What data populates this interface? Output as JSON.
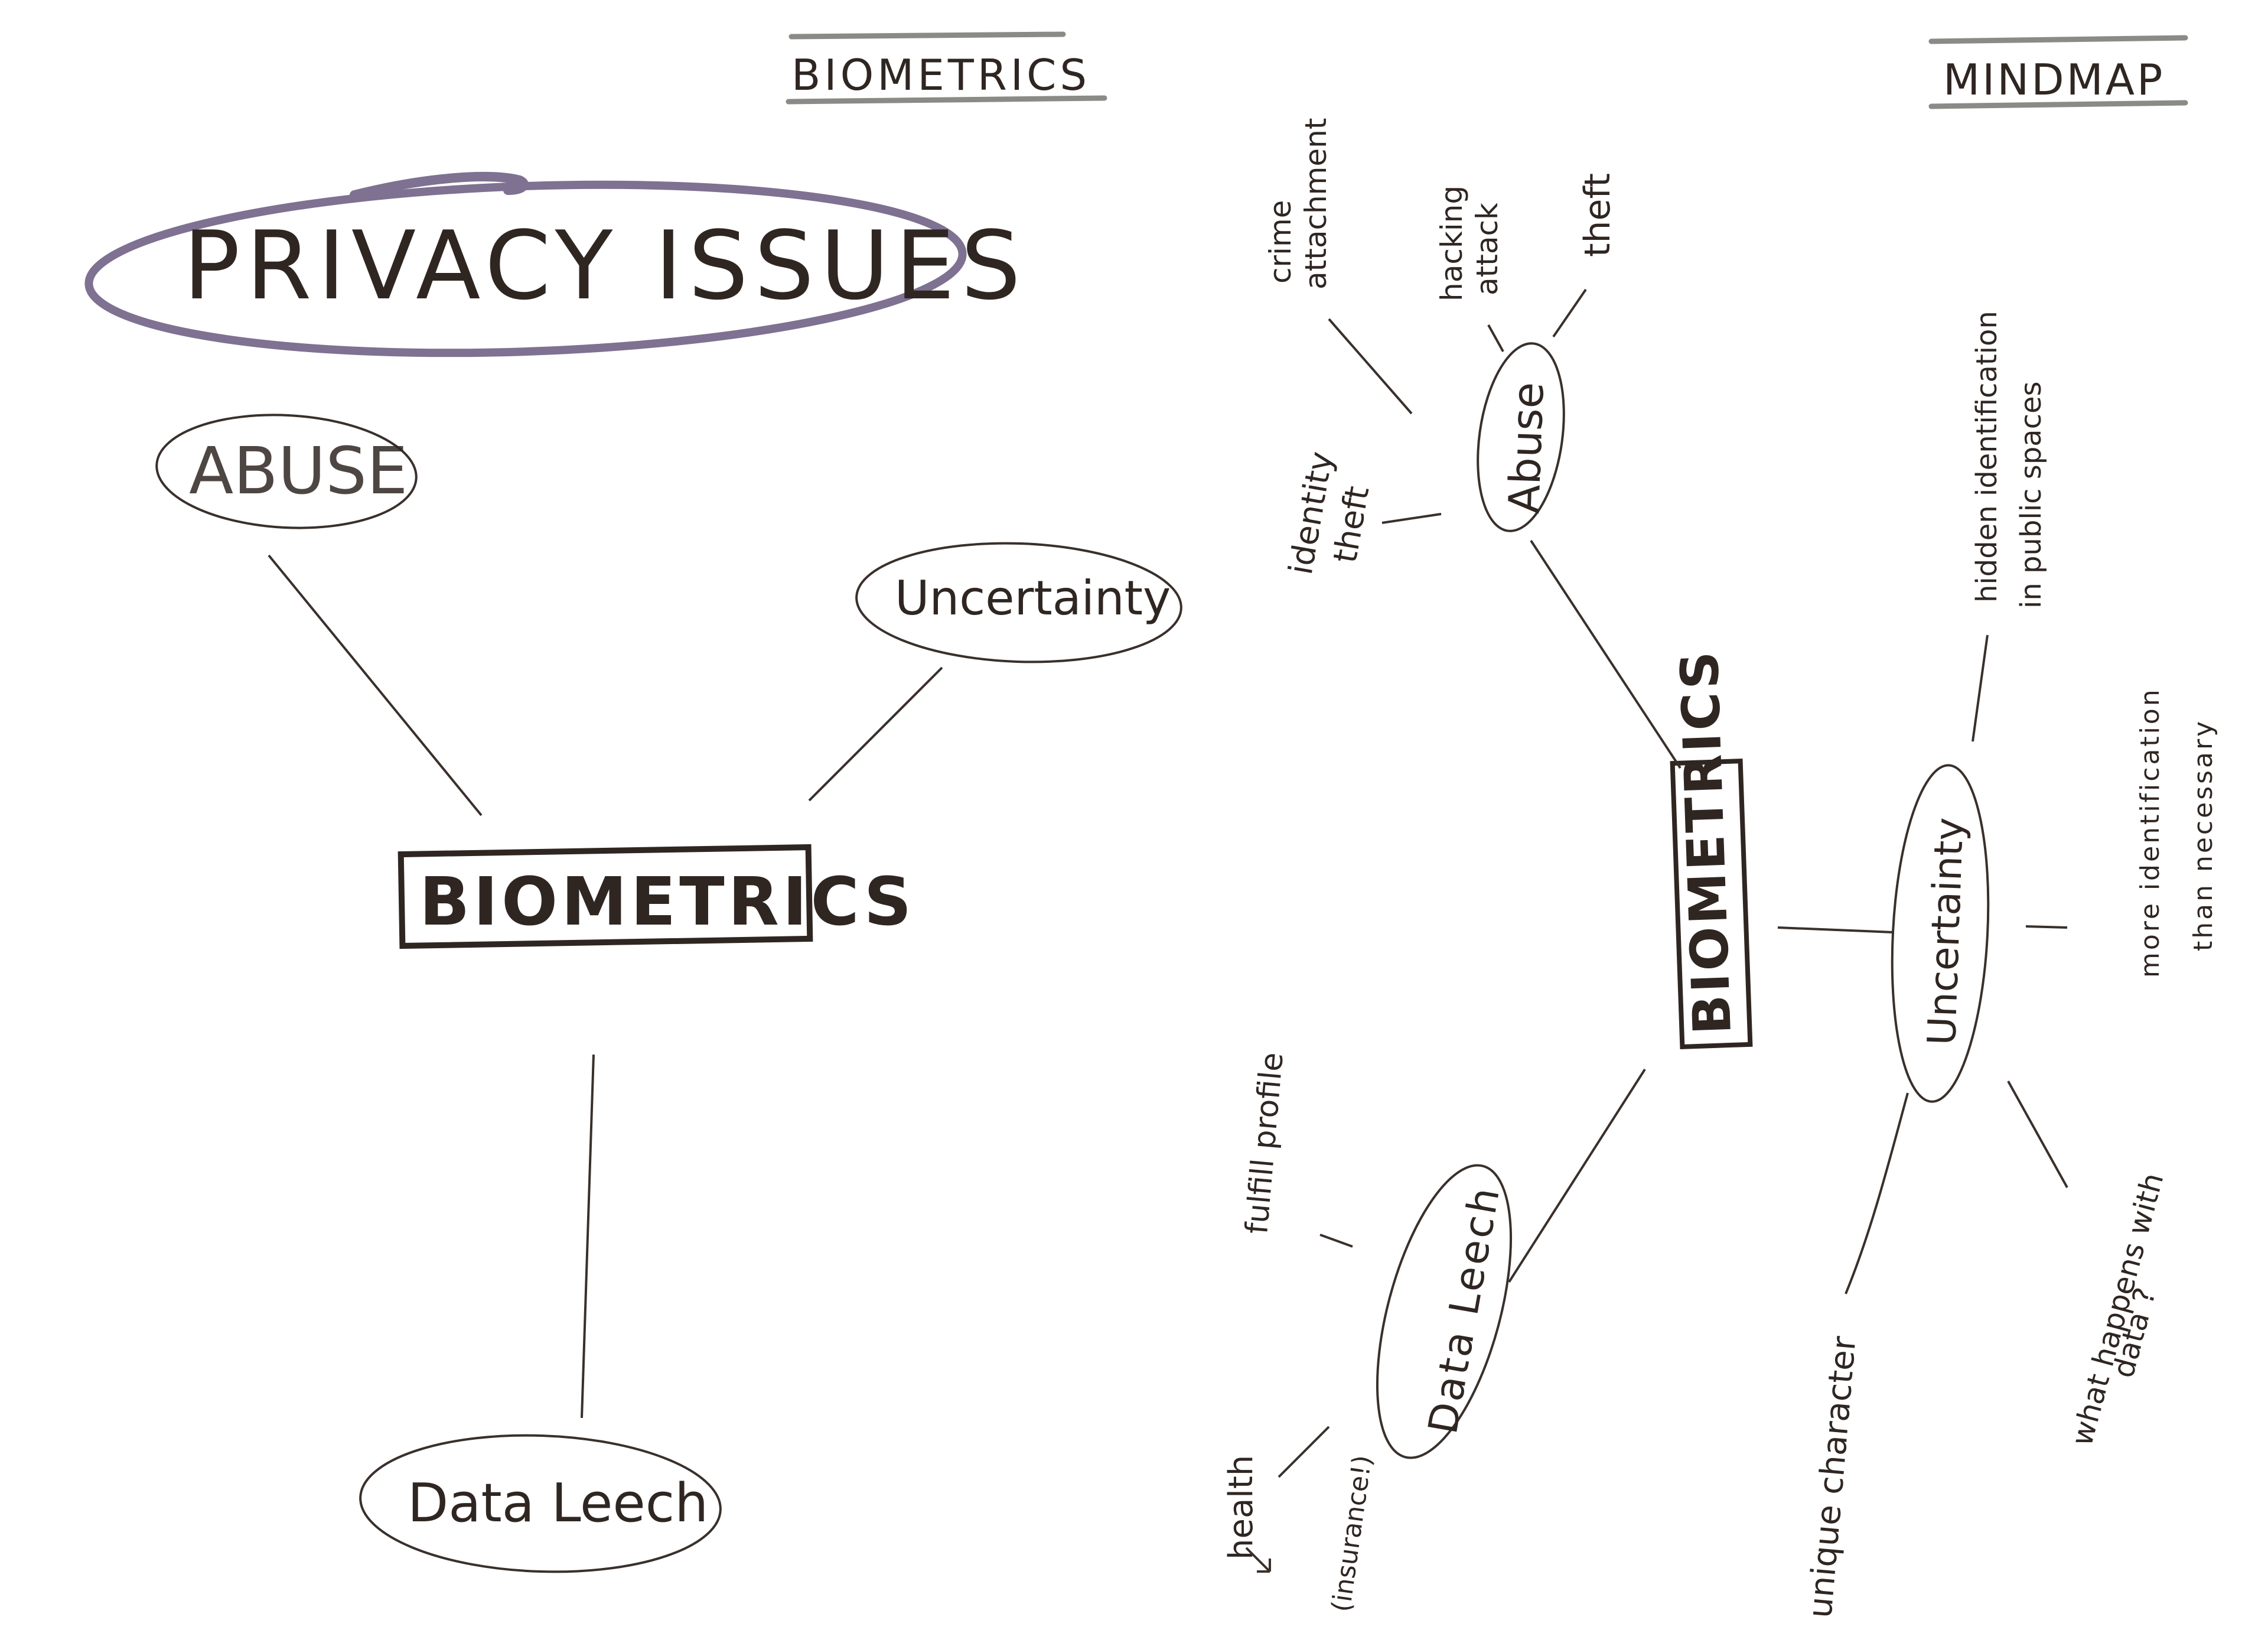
{
  "header": {
    "left_label": "BIOMETRICS",
    "right_label": "MINDMAP"
  },
  "left_map": {
    "title": "PRIVACY ISSUES",
    "center": "BIOMETRICS",
    "abuse": "ABUSE",
    "uncertainty": "Uncertainty",
    "data_leech": "Data Leech"
  },
  "right_map": {
    "center": "BIOMETRICS",
    "abuse": {
      "label": "Abuse",
      "leaves": {
        "crime": [
          "crime",
          "attachment"
        ],
        "hacking": [
          "hacking",
          "attack"
        ],
        "theft": "theft",
        "identity_theft": [
          "identity",
          "theft"
        ]
      }
    },
    "uncertainty": {
      "label": "Uncertainty",
      "leaves": {
        "hidden": [
          "hidden identification",
          "in public spaces"
        ],
        "more": [
          "more identification",
          "than necessary"
        ],
        "what_happens": [
          "what happens with",
          "data ?"
        ],
        "unique": "unique character"
      }
    },
    "data_leech": {
      "label": "Data Leech",
      "leaves": {
        "fulfill": "fulfill profile",
        "health": "health",
        "insurance": "(insurance!)"
      }
    }
  },
  "colors": {
    "ink": "#2f2622",
    "marker_purple": "#7e7191",
    "rule_gray": "#8a8a86",
    "olive_ink": "#6b5a2a",
    "paper": "#ffffff"
  }
}
